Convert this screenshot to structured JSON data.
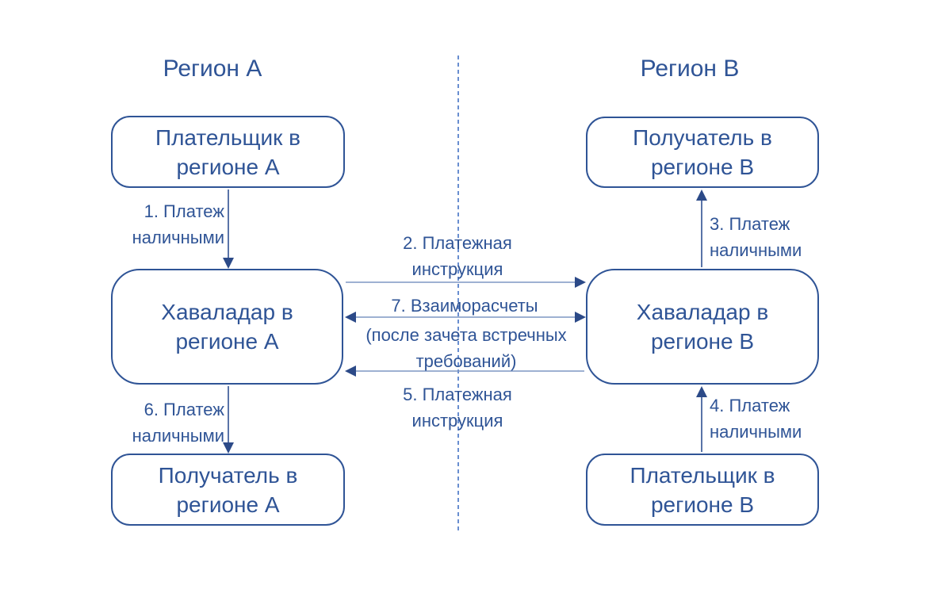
{
  "diagram": {
    "region_left_title": "Регион A",
    "region_right_title": "Регион B",
    "colors": {
      "primary": "#2F5496",
      "horizontal_arrow_line": "#7E97C4",
      "vertical_arrow_line": "#47659F",
      "arrowhead": "#2C4A88",
      "divider": "#4472C4"
    },
    "nodes": {
      "payer_a": {
        "line1": "Плательщик в",
        "line2": "регионе A"
      },
      "hawaladar_a": {
        "line1": "Хаваладар в",
        "line2": "регионе A"
      },
      "receiver_a": {
        "line1": "Получатель в",
        "line2": "регионе A"
      },
      "receiver_b": {
        "line1": "Получатель в",
        "line2": "регионе B"
      },
      "hawaladar_b": {
        "line1": "Хаваладар в",
        "line2": "регионе B"
      },
      "payer_b": {
        "line1": "Плательщик в",
        "line2": "регионе B"
      }
    },
    "arrows": {
      "a1": {
        "line1": "1. Платеж",
        "line2": "наличными"
      },
      "a2": {
        "line1": "2. Платежная",
        "line2": "инструкция"
      },
      "a3": {
        "line1": "3. Платеж",
        "line2": "наличными"
      },
      "a4": {
        "line1": "4. Платеж",
        "line2": "наличными"
      },
      "a5": {
        "line1": "5. Платежная",
        "line2": "инструкция"
      },
      "a6": {
        "line1": "6. Платеж",
        "line2": "наличными"
      },
      "a7": {
        "top": "7. Взаиморасчеты",
        "bottom1": "(после зачета встречных",
        "bottom2": "требований)"
      }
    }
  }
}
